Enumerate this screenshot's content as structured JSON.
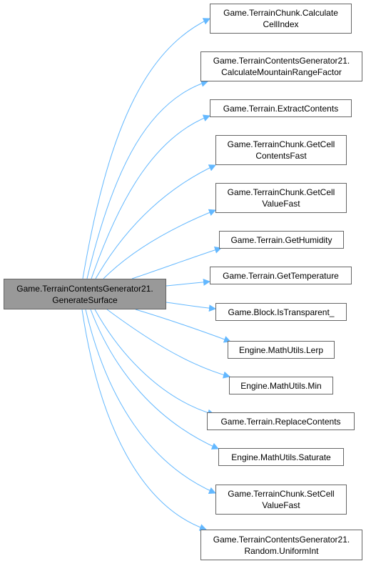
{
  "colors": {
    "edge": "#63b8ff",
    "source_fill": "#999999",
    "node_border": "#666666",
    "node_fill": "#ffffff"
  },
  "source": {
    "lines": [
      "Game.TerrainContentsGenerator21.",
      "GenerateSurface"
    ]
  },
  "targets": [
    {
      "lines": [
        "Game.TerrainChunk.Calculate",
        "CellIndex"
      ]
    },
    {
      "lines": [
        "Game.TerrainContentsGenerator21.",
        "CalculateMountainRangeFactor"
      ]
    },
    {
      "lines": [
        "Game.Terrain.ExtractContents"
      ]
    },
    {
      "lines": [
        "Game.TerrainChunk.GetCell",
        "ContentsFast"
      ]
    },
    {
      "lines": [
        "Game.TerrainChunk.GetCell",
        "ValueFast"
      ]
    },
    {
      "lines": [
        "Game.Terrain.GetHumidity"
      ]
    },
    {
      "lines": [
        "Game.Terrain.GetTemperature"
      ]
    },
    {
      "lines": [
        "Game.Block.IsTransparent_"
      ]
    },
    {
      "lines": [
        "Engine.MathUtils.Lerp"
      ]
    },
    {
      "lines": [
        "Engine.MathUtils.Min"
      ]
    },
    {
      "lines": [
        "Game.Terrain.ReplaceContents"
      ]
    },
    {
      "lines": [
        "Engine.MathUtils.Saturate"
      ]
    },
    {
      "lines": [
        "Game.TerrainChunk.SetCell",
        "ValueFast"
      ]
    },
    {
      "lines": [
        "Game.TerrainContentsGenerator21.",
        "Random.UniformInt"
      ]
    }
  ]
}
